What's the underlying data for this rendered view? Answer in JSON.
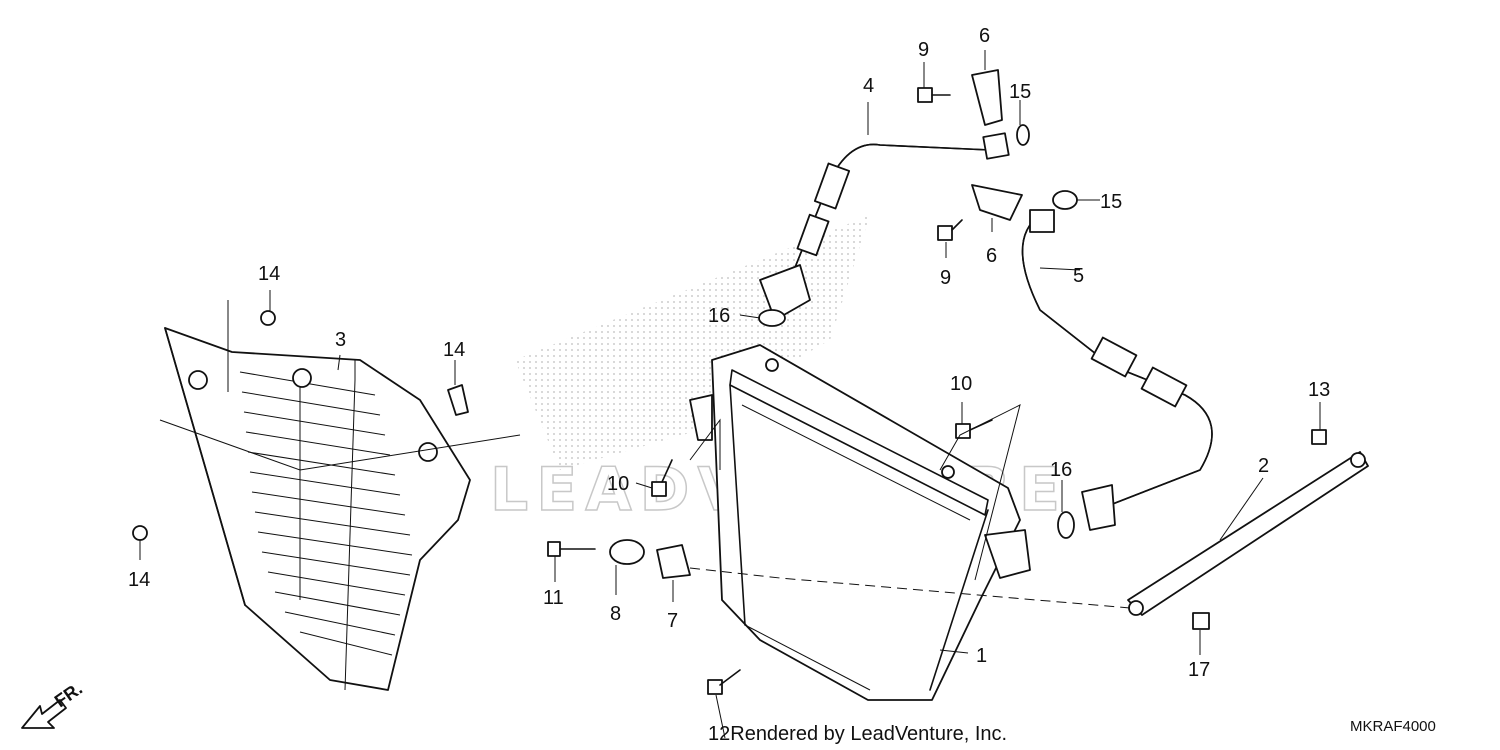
{
  "diagram": {
    "part_labels": [
      {
        "num": "1"
      },
      {
        "num": "2"
      },
      {
        "num": "3"
      },
      {
        "num": "4"
      },
      {
        "num": "5"
      },
      {
        "num": "6"
      },
      {
        "num": "6"
      },
      {
        "num": "7"
      },
      {
        "num": "8"
      },
      {
        "num": "9"
      },
      {
        "num": "9"
      },
      {
        "num": "10"
      },
      {
        "num": "10"
      },
      {
        "num": "11"
      },
      {
        "num": "13"
      },
      {
        "num": "14"
      },
      {
        "num": "14"
      },
      {
        "num": "14"
      },
      {
        "num": "15"
      },
      {
        "num": "15"
      },
      {
        "num": "16"
      },
      {
        "num": "16"
      },
      {
        "num": "17"
      }
    ],
    "bottom_credit": "12Rendered by LeadVenture, Inc.",
    "diagram_code": "MKRAF4000",
    "front_indicator": "FR.",
    "watermark": "LEADVENTURE"
  }
}
